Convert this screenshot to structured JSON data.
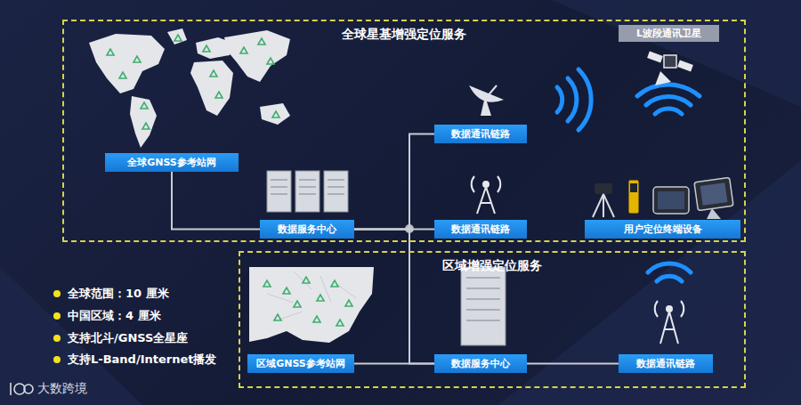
{
  "diagram": {
    "nodes": [
      {
        "text": [
          "全球星基增强定位服务"
        ]
      },
      {
        "text": [
          "全球GNSS参考站网"
        ],
        "in": 0
      },
      {
        "text": [
          "数据服务中心"
        ],
        "in": 0
      },
      {
        "text": [
          "数据通讯链路"
        ],
        "in": 0
      },
      {
        "text": [
          "数据通讯链路"
        ],
        "in": 0
      },
      {
        "text": [
          "用户定位终端设备"
        ],
        "in": 0
      },
      {
        "text": [
          "L波段通讯卫星"
        ],
        "in": 0
      },
      {
        "text": [
          "区域增强定位服务"
        ]
      },
      {
        "text": [
          "区域GNSS参考站网"
        ],
        "in": 7
      },
      {
        "text": [
          "数据服务中心"
        ],
        "in": 7
      },
      {
        "text": [
          "数据通讯链路"
        ],
        "in": 7
      }
    ],
    "edges": [
      {
        "from": 1,
        "to": 2,
        "arrow": "none"
      },
      {
        "from": 2,
        "to": 3,
        "arrow": "none"
      },
      {
        "from": 2,
        "to": 4,
        "arrow": "none"
      },
      {
        "from": 2,
        "to": 9,
        "arrow": "none"
      },
      {
        "from": 8,
        "to": 9,
        "arrow": "none"
      },
      {
        "from": 9,
        "to": 10,
        "arrow": "none"
      }
    ],
    "labels": [
      "全球范围：10 厘米",
      "中国区域：4 厘米",
      "支持北斗/GNSS全星座",
      "支持L-Band/Internet播发",
      "大数跨境"
    ]
  }
}
